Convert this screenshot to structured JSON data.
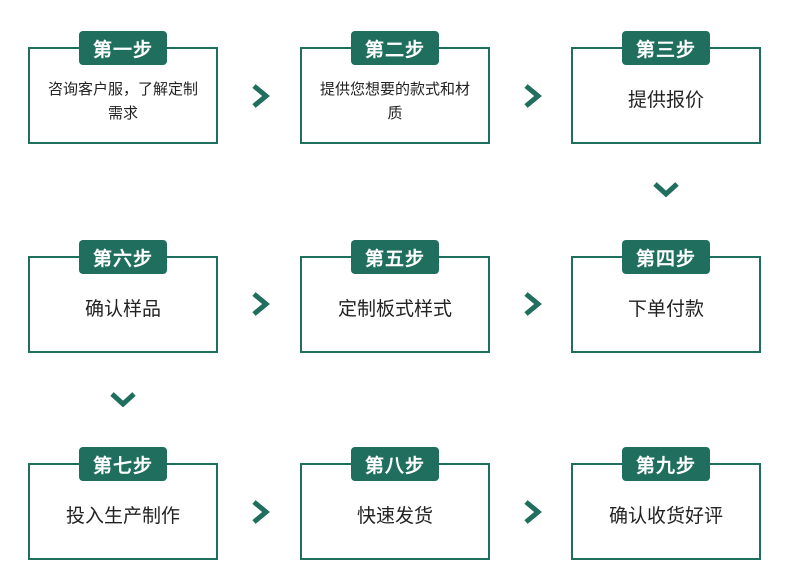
{
  "steps": [
    {
      "label": "第一步",
      "desc": "咨询客户服，了解定制需求"
    },
    {
      "label": "第二步",
      "desc": "提供您想要的款式和材质"
    },
    {
      "label": "第三步",
      "desc": "提供报价"
    },
    {
      "label": "第四步",
      "desc": "下单付款"
    },
    {
      "label": "第五步",
      "desc": "定制板式样式"
    },
    {
      "label": "第六步",
      "desc": "确认样品"
    },
    {
      "label": "第七步",
      "desc": "投入生产制作"
    },
    {
      "label": "第八步",
      "desc": "快速发货"
    },
    {
      "label": "第九步",
      "desc": "确认收货好评"
    }
  ],
  "colors": {
    "accent": "#1f6e5e",
    "text": "#222222",
    "background": "#ffffff"
  },
  "icons": {
    "right": "chevron-right-icon",
    "down": "chevron-down-icon"
  }
}
